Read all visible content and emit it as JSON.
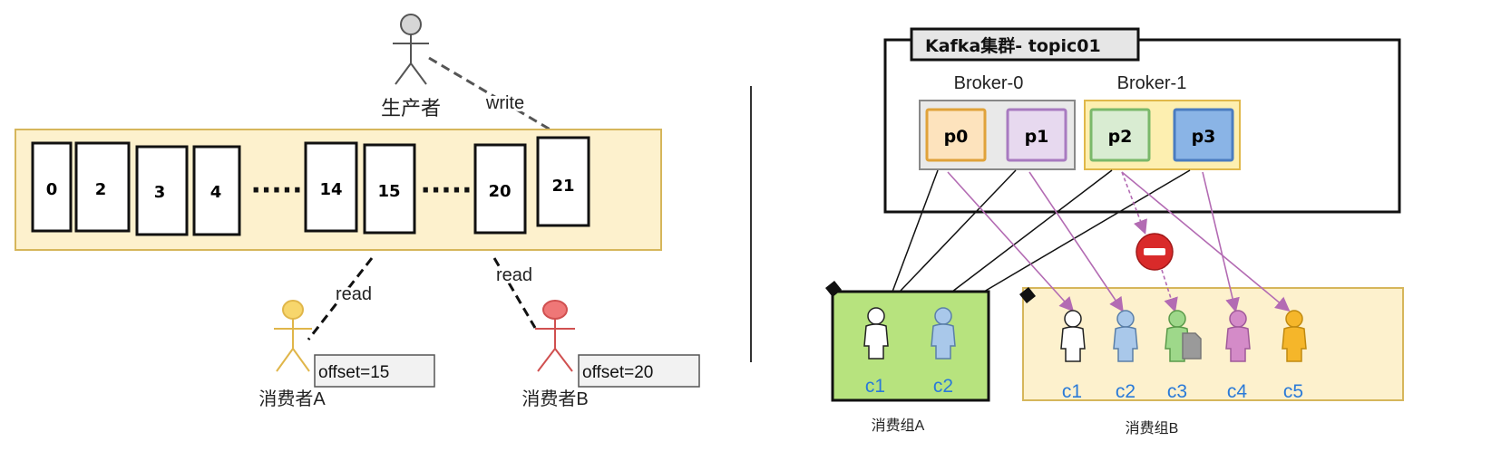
{
  "left": {
    "producer_label": "生产者",
    "write_label": "write",
    "cells": [
      "0",
      "2",
      "3",
      "4",
      "14",
      "15",
      "20",
      "21"
    ],
    "ellipsis": "·····",
    "consumer_a": {
      "label": "消费者A",
      "read_label": "read",
      "offset": "offset=15"
    },
    "consumer_b": {
      "label": "消费者B",
      "read_label": "read",
      "offset": "offset=20"
    }
  },
  "right": {
    "cluster_title": "Kafka集群- topic01",
    "broker0": {
      "label": "Broker-0",
      "partitions": [
        "p0",
        "p1"
      ]
    },
    "broker1": {
      "label": "Broker-1",
      "partitions": [
        "p2",
        "p3"
      ]
    },
    "group_a": {
      "label": "消费组A",
      "consumers": [
        "c1",
        "c2"
      ]
    },
    "group_b": {
      "label": "消费组B",
      "consumers": [
        "c1",
        "c2",
        "c3",
        "c4",
        "c5"
      ]
    }
  },
  "colors": {
    "log_bg": "#fdf1cd",
    "log_border": "#d6b65b",
    "consumer_a": "#f2c94c",
    "consumer_b": "#e05a5a",
    "p0": "#fde3bd",
    "p1": "#e7d9ef",
    "p2": "#d9ecd2",
    "p3": "#8ab4e6",
    "group_a_bg": "#b7e37e",
    "arrow": "#b36bb3",
    "consumer_label": "#2a7ad8"
  }
}
